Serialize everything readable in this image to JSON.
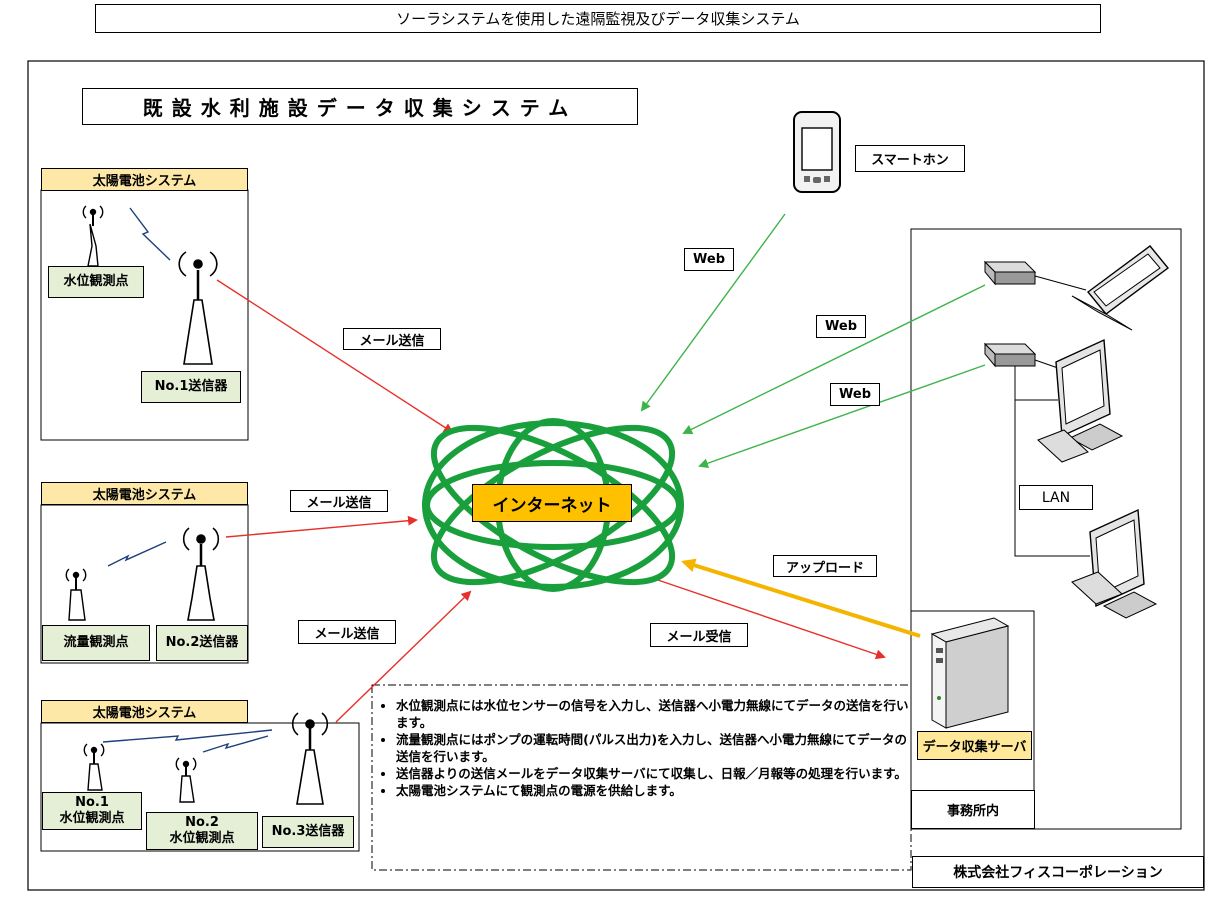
{
  "page_title": "ソーラシステムを使用した遠隔監視及びデータ収集システム",
  "inner_title": "既設水利施設データ収集システム",
  "smartphone_label": "スマートホン",
  "solar_system_label": "太陽電池システム",
  "stations": {
    "water_level": "水位観測点",
    "transmitter1": "No.1送信器",
    "flow": "流量観測点",
    "transmitter2": "No.2送信器",
    "wl1_no": "No.1",
    "wl1_name": "水位観測点",
    "wl2_no": "No.2",
    "wl2_name": "水位観測点",
    "transmitter3": "No.3送信器"
  },
  "internet_label": "インターネット",
  "links": {
    "mail_send": "メール送信",
    "mail_receive": "メール受信",
    "upload": "アップロード",
    "web": "Web"
  },
  "lan_label": "LAN",
  "server_label": "データ収集サーバ",
  "office_label": "事務所内",
  "company": "株式会社フィスコーポレーション",
  "notes": [
    "水位観測点には水位センサーの信号を入力し、送信器へ小電力無線にてデータの送信を行います。",
    "流量観測点にはポンプの運転時間(パルス出力)を入力し、送信器へ小電力無線にてデータの送信を行います。",
    "送信器よりの送信メールをデータ収集サーバにて収集し、日報／月報等の処理を行います。",
    "太陽電池システムにて観測点の電源を供給します。"
  ],
  "colors": {
    "internet_green": "#19a03c",
    "internet_label_bg": "#ffc000",
    "mail_arrow": "#e8302a",
    "web_arrow": "#3cb44a",
    "upload_arrow": "#f5b400",
    "radio_zigzag": "#1f3f7a",
    "solar_header_bg": "#fde8a8",
    "station_bg": "#e4efd6",
    "server_label_bg": "#ffe89a"
  }
}
